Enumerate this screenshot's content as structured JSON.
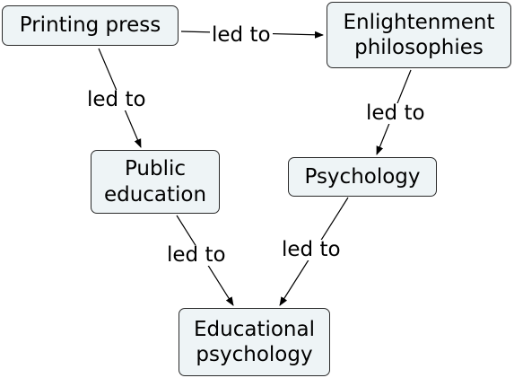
{
  "colors": {
    "node_fill": "#eef4f6",
    "node_border": "#2b2b2b",
    "edge": "#000000",
    "background": "#ffffff"
  },
  "nodes": {
    "printing_press": "Printing press",
    "enlightenment": "Enlightenment\nphilosophies",
    "public_education": "Public\neducation",
    "psychology": "Psychology",
    "educational_psychology": "Educational\npsychology"
  },
  "edges": [
    {
      "from": "printing_press",
      "to": "enlightenment",
      "label": "led to"
    },
    {
      "from": "printing_press",
      "to": "public_education",
      "label": "led to"
    },
    {
      "from": "enlightenment",
      "to": "psychology",
      "label": "led to"
    },
    {
      "from": "public_education",
      "to": "educational_psychology",
      "label": "led to"
    },
    {
      "from": "psychology",
      "to": "educational_psychology",
      "label": "led to"
    }
  ]
}
